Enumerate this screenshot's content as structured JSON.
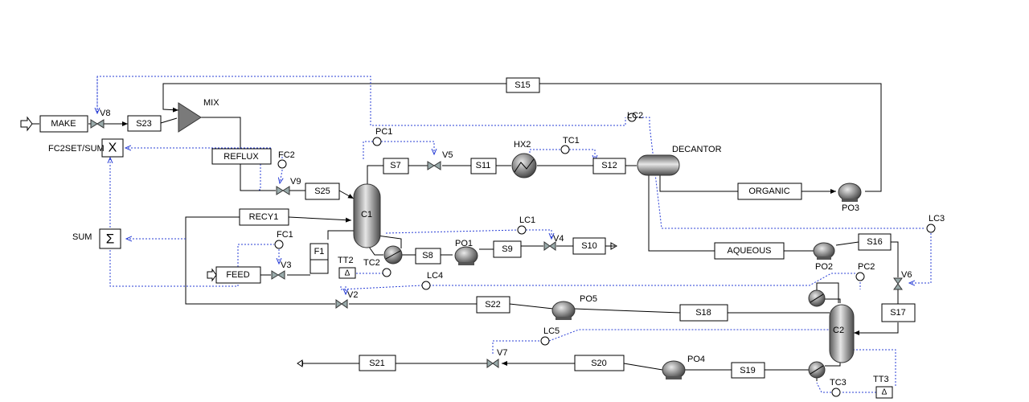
{
  "labels": {
    "make": "MAKE",
    "v8": "V8",
    "s23": "S23",
    "mix": "MIX",
    "s15": "S15",
    "fc2set_sum": "FC2SET/SUM",
    "reflux": "REFLUX",
    "fc2": "FC2",
    "v9": "V9",
    "s25": "S25",
    "pc1": "PC1",
    "s7": "S7",
    "v5": "V5",
    "s11": "S11",
    "hx2": "HX2",
    "tc1": "TC1",
    "s12": "S12",
    "lc2": "LC2",
    "decantor": "DECANTOR",
    "organic": "ORGANIC",
    "po3": "PO3",
    "c1": "C1",
    "recy1": "RECY1",
    "sum": "SUM",
    "lc1": "LC1",
    "v4": "V4",
    "s10": "S10",
    "po1": "PO1",
    "s9": "S9",
    "s8": "S8",
    "tc2": "TC2",
    "tt2": "TT2",
    "fc1": "FC1",
    "f1": "F1",
    "v3": "V3",
    "feed": "FEED",
    "lc4": "LC4",
    "v2": "V2",
    "s22": "S22",
    "po5": "PO5",
    "s18": "S18",
    "lc3": "LC3",
    "aqueous": "AQUEOUS",
    "po2": "PO2",
    "s16": "S16",
    "v6": "V6",
    "pc2": "PC2",
    "s17": "S17",
    "c2": "C2",
    "lc5": "LC5",
    "v7": "V7",
    "s21": "S21",
    "s20": "S20",
    "po4": "PO4",
    "s19": "S19",
    "tc3": "TC3",
    "tt3": "TT3"
  },
  "symbols": {
    "multiply": "X",
    "sum": "Σ",
    "transmitter": "Δ"
  }
}
